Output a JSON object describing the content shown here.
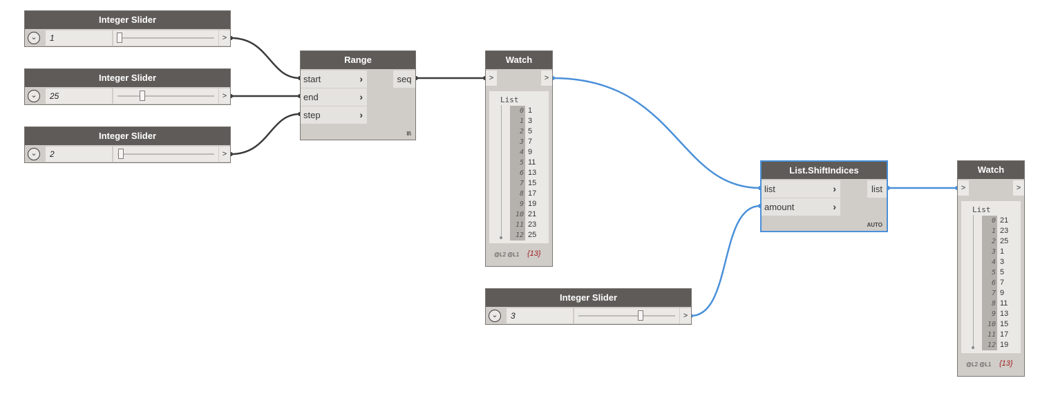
{
  "colors": {
    "wire_dark": "#3b3b3b",
    "wire_blue": "#4a90d9",
    "header": "#5e5b58",
    "node_bg": "#d0ccc8"
  },
  "sliders": [
    {
      "title": "Integer Slider",
      "value": "1",
      "fraction": 0.0,
      "out_label": ">"
    },
    {
      "title": "Integer Slider",
      "value": "25",
      "fraction": 0.25,
      "out_label": ">"
    },
    {
      "title": "Integer Slider",
      "value": "2",
      "fraction": 0.02,
      "out_label": ">"
    },
    {
      "title": "Integer Slider",
      "value": "3",
      "fraction": 0.6,
      "out_label": ">"
    }
  ],
  "range": {
    "title": "Range",
    "inputs": [
      "start",
      "end",
      "step"
    ],
    "output": "seq",
    "lacing": "II\\"
  },
  "watch1": {
    "title": "Watch",
    "in_label": ">",
    "out_label": ">",
    "list_title": "List",
    "indices": [
      "0",
      "1",
      "2",
      "3",
      "4",
      "5",
      "6",
      "7",
      "8",
      "9",
      "10",
      "11",
      "12"
    ],
    "values": [
      "1",
      "3",
      "5",
      "7",
      "9",
      "11",
      "13",
      "15",
      "17",
      "19",
      "21",
      "23",
      "25"
    ],
    "levels": "@L2 @L1",
    "count": "{13}"
  },
  "shift": {
    "title": "List.ShiftIndices",
    "inputs": [
      "list",
      "amount"
    ],
    "output": "list",
    "lacing": "AUTO"
  },
  "watch2": {
    "title": "Watch",
    "in_label": ">",
    "out_label": ">",
    "list_title": "List",
    "indices": [
      "0",
      "1",
      "2",
      "3",
      "4",
      "5",
      "6",
      "7",
      "8",
      "9",
      "10",
      "11",
      "12"
    ],
    "values": [
      "21",
      "23",
      "25",
      "1",
      "3",
      "5",
      "7",
      "9",
      "11",
      "13",
      "15",
      "17",
      "19"
    ],
    "levels": "@L2 @L1",
    "count": "{13}"
  }
}
